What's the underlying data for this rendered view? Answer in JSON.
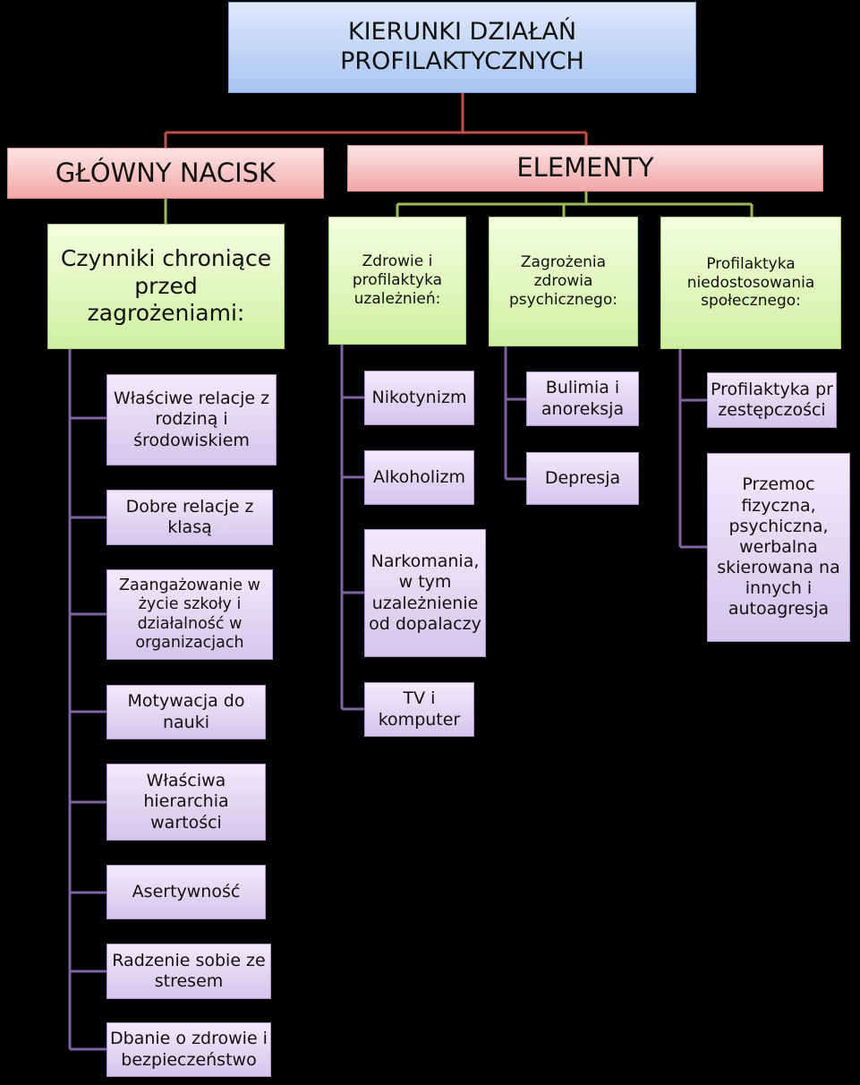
{
  "root": "KIERUNKI DZIAŁAŃ PROFILAKTYCZNYCH",
  "main_focus": {
    "header": "GŁÓWNY NACISK",
    "title": "Czynniki chroniące przed zagrożeniami:",
    "items": [
      "Właściwe relacje z rodziną i środowiskiem",
      "Dobre relacje z klasą",
      "Zaangażowanie w życie szkoły i działalność w organizacjach",
      "Motywacja do nauki",
      "Właściwa hierarchia wartości",
      "Asertywność",
      "Radzenie sobie ze stresem",
      "Dbanie o zdrowie i bezpieczeństwo"
    ]
  },
  "elements": {
    "header": "ELEMENTY",
    "groups": [
      {
        "title": "Zdrowie i profilaktyka uzależnień:",
        "items": [
          "Nikotynizm",
          "Alkoholizm",
          "Narkomania, w tym uzależnienie od dopalaczy",
          "TV i komputer"
        ]
      },
      {
        "title": "Zagrożenia zdrowia psychicznego:",
        "items": [
          "Bulimia i anoreksja",
          "Depresja"
        ]
      },
      {
        "title": "Profilaktyka niedostosowania społecznego:",
        "items": [
          "Profilaktyka przestępczości",
          "Przemoc fizyczna, psychiczna, werbalna skierowana na innych i autoagresja"
        ]
      }
    ]
  },
  "colors": {
    "red_line": "#c0504d",
    "green_line": "#9bbb59",
    "purple_line": "#8064a2"
  }
}
